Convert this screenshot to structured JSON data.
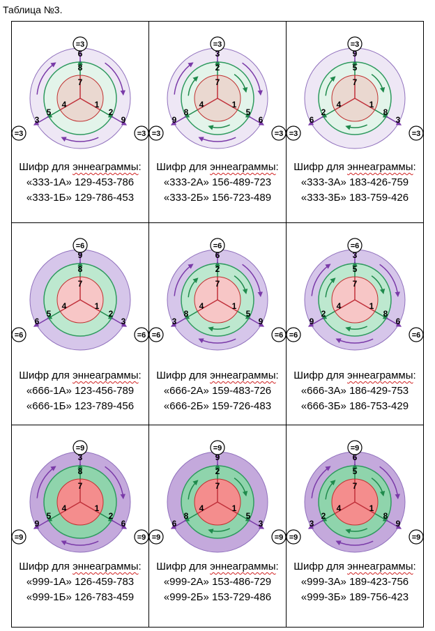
{
  "document": {
    "title": "Таблица №3."
  },
  "colors": {
    "outer_fill": [
      "#eee7f5",
      "#d6c6ea",
      "#c4a9dc"
    ],
    "outer_stroke": "#8f6fbc",
    "middle_fill": [
      "#e3f4ea",
      "#bde8cf",
      "#8fd4ac"
    ],
    "middle_stroke": "#2e9a5e",
    "inner_fill": [
      "#ead8d0",
      "#f7c6c6",
      "#f48d8d"
    ],
    "inner_stroke": "#c03030",
    "purple_arrow": "#7a3aa8",
    "green_arrow": "#1f8a4c",
    "red_line": "#c0303a"
  },
  "rows": [
    {
      "badge": "=3",
      "cells": [
        {
          "labels": [
            "6",
            "8",
            "7",
            "1",
            "2",
            "9",
            "5",
            "4",
            "3"
          ],
          "arrows": "outer",
          "caption": {
            "prefix": "Шифр для ",
            "word": "эннеаграммы",
            "suffix": ":",
            "a": "«333-1А» 129-453-786",
            "b": "«333-1Б» 129-786-453"
          }
        },
        {
          "labels": [
            "3",
            "2",
            "7",
            "1",
            "5",
            "6",
            "8",
            "4",
            "9"
          ],
          "arrows": "both",
          "caption": {
            "prefix": "Шифр для ",
            "word": "эннеаграммы",
            "suffix": ":",
            "a": "«333-2А» 156-489-723",
            "b": "«333-2Б» 156-723-489"
          }
        },
        {
          "labels": [
            "9",
            "5",
            "7",
            "1",
            "8",
            "3",
            "2",
            "4",
            "6"
          ],
          "arrows": "middle",
          "caption": {
            "prefix": "Шифр для ",
            "word": "эннеаграммы",
            "suffix": ":",
            "a": "«333-3А» 183-426-759",
            "b": "«333-3Б» 183-759-426"
          }
        }
      ]
    },
    {
      "badge": "=6",
      "cells": [
        {
          "labels": [
            "9",
            "8",
            "7",
            "1",
            "2",
            "3",
            "5",
            "4",
            "6"
          ],
          "arrows": "none",
          "caption": {
            "prefix": "Шифр для ",
            "word": "эннеаграммы",
            "suffix": ":",
            "a": "«666-1А» 123-456-789",
            "b": "«666-1Б» 123-789-456"
          }
        },
        {
          "labels": [
            "6",
            "2",
            "7",
            "1",
            "5",
            "9",
            "8",
            "4",
            "3"
          ],
          "arrows": "both",
          "caption": {
            "prefix": "Шифр для ",
            "word": "эннеаграммы",
            "suffix": ":",
            "a": "«666-2А» 159-483-726",
            "b": "«666-2Б» 159-726-483"
          }
        },
        {
          "labels": [
            "3",
            "5",
            "7",
            "1",
            "8",
            "6",
            "2",
            "4",
            "9"
          ],
          "arrows": "both",
          "caption": {
            "prefix": "Шифр для ",
            "word": "эннеаграммы",
            "suffix": ":",
            "a": "«666-3А» 186-429-753",
            "b": "«666-3Б» 186-753-429"
          }
        }
      ]
    },
    {
      "badge": "=9",
      "cells": [
        {
          "labels": [
            "3",
            "8",
            "7",
            "1",
            "2",
            "6",
            "5",
            "4",
            "9"
          ],
          "arrows": "outer",
          "caption": {
            "prefix": "Шифр для ",
            "word": "эннеаграммы",
            "suffix": ":",
            "a": "«999-1А» 126-459-783",
            "b": "«999-1Б» 126-783-459"
          }
        },
        {
          "labels": [
            "9",
            "2",
            "7",
            "1",
            "5",
            "3",
            "8",
            "4",
            "6"
          ],
          "arrows": "middle",
          "caption": {
            "prefix": "Шифр для ",
            "word": "эннеаграммы",
            "suffix": ":",
            "a": "«999-2А» 153-486-729",
            "b": "«999-2Б» 153-729-486"
          }
        },
        {
          "labels": [
            "6",
            "5",
            "7",
            "1",
            "8",
            "9",
            "2",
            "4",
            "3"
          ],
          "arrows": "both",
          "caption": {
            "prefix": "Шифр для ",
            "word": "эннеаграммы",
            "suffix": ":",
            "a": "«999-3А» 189-423-756",
            "b": "«999-3Б» 189-756-423"
          }
        }
      ]
    }
  ]
}
